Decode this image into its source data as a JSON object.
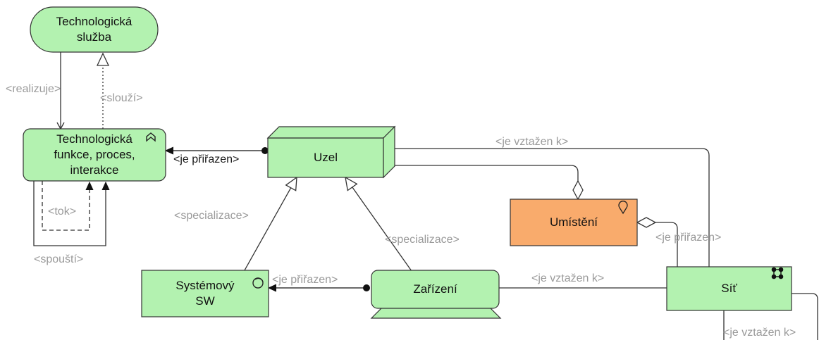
{
  "nodes": {
    "tech_service": {
      "line1": "Technologická",
      "line2": "služba"
    },
    "tech_function": {
      "line1": "Technologická",
      "line2": "funkce, proces,",
      "line3": "interakce"
    },
    "node": {
      "label": "Uzel"
    },
    "location": {
      "label": "Umístění"
    },
    "system_software": {
      "line1": "Systémový",
      "line2": "SW"
    },
    "device": {
      "label": "Zařízení"
    },
    "network": {
      "label": "Síť"
    }
  },
  "relations": {
    "realizes": "<realizuje>",
    "serves": "<slouží>",
    "flow": "<tok>",
    "triggers": "<spouští>",
    "assigned_function": "<je přiřazen>",
    "specialization_left": "<specializace>",
    "specialization_right": "<specializace>",
    "associated_node_network": "<je vztažen k>",
    "assigned_location": "<je přiřazen>",
    "assigned_system": "<je přiřazen>",
    "associated_device_network": "<je vztažen k>",
    "associated_network_self": "<je vztažen k>"
  },
  "colors": {
    "green_fill": "#b3f2b0",
    "orange_fill": "#f9ab6c",
    "stroke": "#333333",
    "label_gray": "#9a9a9a"
  }
}
